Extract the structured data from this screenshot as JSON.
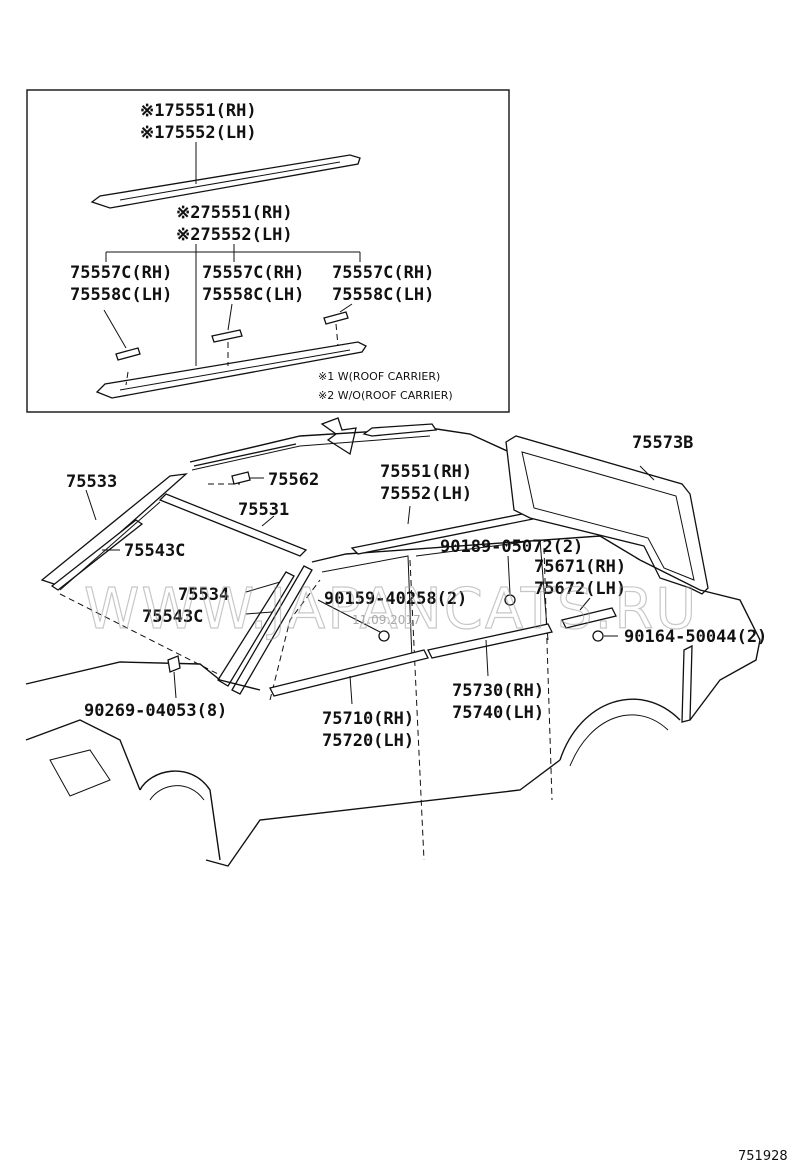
{
  "inset": {
    "roof_rail_1_rh": "※175551(RH)",
    "roof_rail_1_lh": "※175552(LH)",
    "roof_rail_2_rh": "※275551(RH)",
    "roof_rail_2_lh": "※275552(LH)",
    "cover_a_rh": "75557C(RH)",
    "cover_a_lh": "75558C(LH)",
    "cover_b_rh": "75557C(RH)",
    "cover_b_lh": "75558C(LH)",
    "cover_c_rh": "75557C(RH)",
    "cover_c_lh": "75558C(LH)",
    "note_1": "※1 W(ROOF CARRIER)",
    "note_2": "※2 W/O(ROOF CARRIER)"
  },
  "labels": {
    "p75533": "75533",
    "p75543c_top": "75543C",
    "p75562": "75562",
    "p75531": "75531",
    "p75534": "75534",
    "p75543c_mid": "75543C",
    "p75551_rh": "75551(RH)",
    "p75552_lh": "75552(LH)",
    "p75573b": "75573B",
    "p90189": "90189-05072(2)",
    "p75671_rh": "75671(RH)",
    "p75672_lh": "75672(LH)",
    "p90159": "90159-40258(2)",
    "p90164": "90164-50044(2)",
    "p90269": "90269-04053(8)",
    "p75710_rh": "75710(RH)",
    "p75720_lh": "75720(LH)",
    "p75730_rh": "75730(RH)",
    "p75740_lh": "75740(LH)"
  },
  "watermark": "WWW.JAPANCATS.RU",
  "stamp": "11.09.2017",
  "footer_code": "751928"
}
